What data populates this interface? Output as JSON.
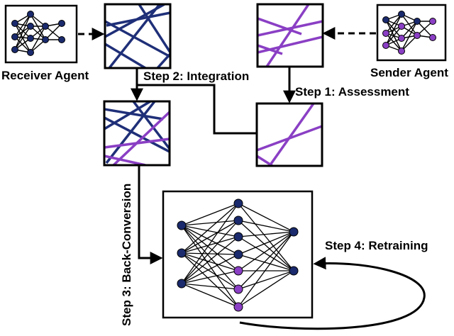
{
  "agents": {
    "receiver_label": "Receiver Agent",
    "sender_label": "Sender Agent"
  },
  "steps": [
    {
      "label": "Step 1: Assessment"
    },
    {
      "label": "Step 2: Integration"
    },
    {
      "label": "Step 3: Back-Conversion"
    },
    {
      "label": "Step 4: Retraining"
    }
  ],
  "colors": {
    "receiver_node": "#1a2a6c",
    "receiver_line": "#1f2f78",
    "sender_node": "#8a3fc4",
    "sender_line": "#8a3fc4",
    "edge": "#000000"
  },
  "icons": {
    "receiver_net": "neural-network-icon",
    "sender_net": "neural-network-icon",
    "retrain_net": "neural-network-icon"
  }
}
